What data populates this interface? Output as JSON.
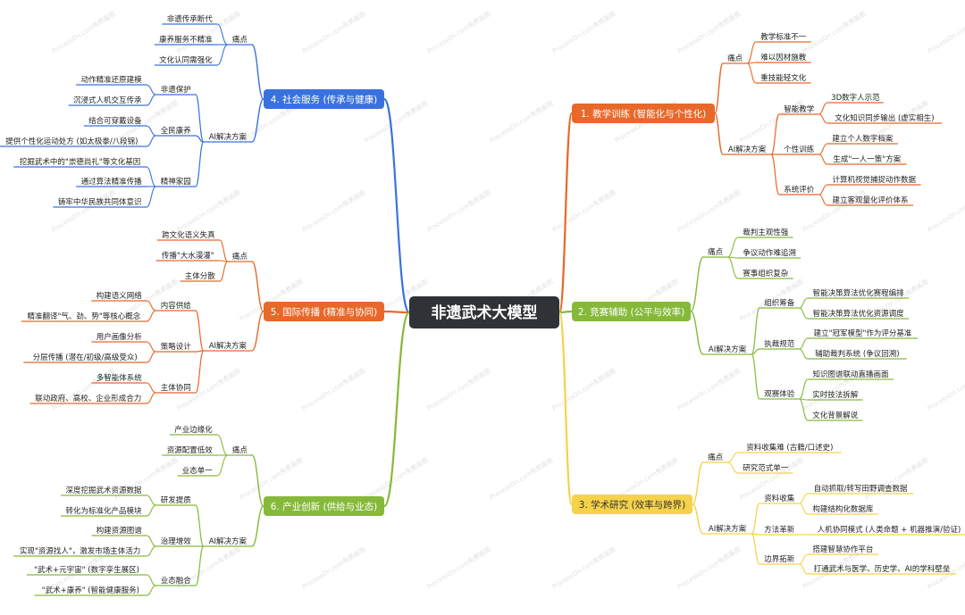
{
  "center": {
    "label": "非遗武术大模型",
    "color": "#2f3236"
  },
  "watermark": "ProcessOn.com免费画图",
  "branches": [
    {
      "id": 1,
      "label": "1. 教学训练 (智能化与个性化)",
      "color": "#e8682a",
      "text_color": "#ffffff",
      "groups": [
        {
          "label": "痛点",
          "subs": [
            {
              "label": null,
              "items": [
                "教学标准不一",
                "难以因材施教",
                "重技能轻文化"
              ]
            }
          ]
        },
        {
          "label": "AI解决方案",
          "subs": [
            {
              "label": "智能教学",
              "items": [
                "3D数字人示范",
                "文化知识同步输出 (虚实相生)"
              ]
            },
            {
              "label": "个性训练",
              "items": [
                "建立个人数字档案",
                "生成\"一人一策\"方案"
              ]
            },
            {
              "label": "系统评价",
              "items": [
                "计算机视觉捕捉动作数据",
                "建立客观量化评价体系"
              ]
            }
          ]
        }
      ]
    },
    {
      "id": 2,
      "label": "2. 竞赛辅助 (公平与效率)",
      "color": "#86b93a",
      "text_color": "#ffffff",
      "groups": [
        {
          "label": "痛点",
          "subs": [
            {
              "label": null,
              "items": [
                "裁判主观性强",
                "争议动作难追溯",
                "赛事组织复杂"
              ]
            }
          ]
        },
        {
          "label": "AI解决方案",
          "subs": [
            {
              "label": "组织筹备",
              "items": [
                "智能决策算法优化赛程编排",
                "智能决策算法优化资源调度"
              ]
            },
            {
              "label": "执裁规范",
              "items": [
                "建立\"冠军模型\"作为评分基准",
                "辅助裁判系统 (争议回溯)"
              ]
            },
            {
              "label": "观赛体验",
              "items": [
                "知识图谱联动直播画面",
                "实时技法拆解",
                "文化背景解说"
              ]
            }
          ]
        }
      ]
    },
    {
      "id": 3,
      "label": "3. 学术研究 (效率与跨界)",
      "color": "#f6d24a",
      "text_color": "#333333",
      "groups": [
        {
          "label": "痛点",
          "subs": [
            {
              "label": null,
              "items": [
                "资料收集难 (古籍/口述史)",
                "研究范式单一"
              ]
            }
          ]
        },
        {
          "label": "AI解决方案",
          "subs": [
            {
              "label": "资料收集",
              "items": [
                "自动抓取/转写田野调查数据",
                "构建结构化数据库"
              ]
            },
            {
              "label": "方法革新",
              "items": [
                "人机协同模式 (人类命题 + 机器推演/验证)"
              ]
            },
            {
              "label": "边界拓新",
              "items": [
                "搭建智慧协作平台",
                "打通武术与医学、历史学、AI的学科壁垒"
              ]
            }
          ]
        }
      ]
    },
    {
      "id": 4,
      "label": "4. 社会服务 (传承与健康)",
      "color": "#3a72dd",
      "text_color": "#ffffff",
      "groups": [
        {
          "label": "痛点",
          "subs": [
            {
              "label": null,
              "items": [
                "非遗传承断代",
                "康养服务不精准",
                "文化认同需强化"
              ]
            }
          ]
        },
        {
          "label": "AI解决方案",
          "subs": [
            {
              "label": "非遗保护",
              "items": [
                "动作精准还原建模",
                "沉浸式人机交互传承"
              ]
            },
            {
              "label": "全民康养",
              "items": [
                "结合可穿戴设备",
                "提供个性化运动处方 (如太极拳/八段锦)"
              ]
            },
            {
              "label": "精神家园",
              "items": [
                "挖掘武术中的\"崇德尚礼\"等文化基因",
                "通过算法精准传播",
                "铸牢中华民族共同体意识"
              ]
            }
          ]
        }
      ]
    },
    {
      "id": 5,
      "label": "5. 国际传播 (精准与协同)",
      "color": "#e8682a",
      "text_color": "#ffffff",
      "groups": [
        {
          "label": "痛点",
          "subs": [
            {
              "label": null,
              "items": [
                "跨文化语义失真",
                "传播\"大水漫灌\"",
                "主体分散"
              ]
            }
          ]
        },
        {
          "label": "AI解决方案",
          "subs": [
            {
              "label": "内容供给",
              "items": [
                "构建语义网络",
                "精准翻译\"气、劲、势\"等核心概念"
              ]
            },
            {
              "label": "策略设计",
              "items": [
                "用户画像分析",
                "分层传播 (潜在/初级/高级受众)"
              ]
            },
            {
              "label": "主体协同",
              "items": [
                "多智能体系统",
                "联动政府、高校、企业形成合力"
              ]
            }
          ]
        }
      ]
    },
    {
      "id": 6,
      "label": "6. 产业创新 (供给与业态)",
      "color": "#86b93a",
      "text_color": "#ffffff",
      "groups": [
        {
          "label": "痛点",
          "subs": [
            {
              "label": null,
              "items": [
                "产业边缘化",
                "资源配置低效",
                "业态单一"
              ]
            }
          ]
        },
        {
          "label": "AI解决方案",
          "subs": [
            {
              "label": "研发提质",
              "items": [
                "深度挖掘武术资源数据",
                "转化为标准化产品模块"
              ]
            },
            {
              "label": "治理增效",
              "items": [
                "构建资源图谱",
                "实现\"资源找人\"，激发市场主体活力"
              ]
            },
            {
              "label": "业态融合",
              "items": [
                "\"武术+元宇宙\" (数字孪生展区)",
                "\"武术+康养\" (智能健康服务)"
              ]
            }
          ]
        }
      ]
    }
  ]
}
